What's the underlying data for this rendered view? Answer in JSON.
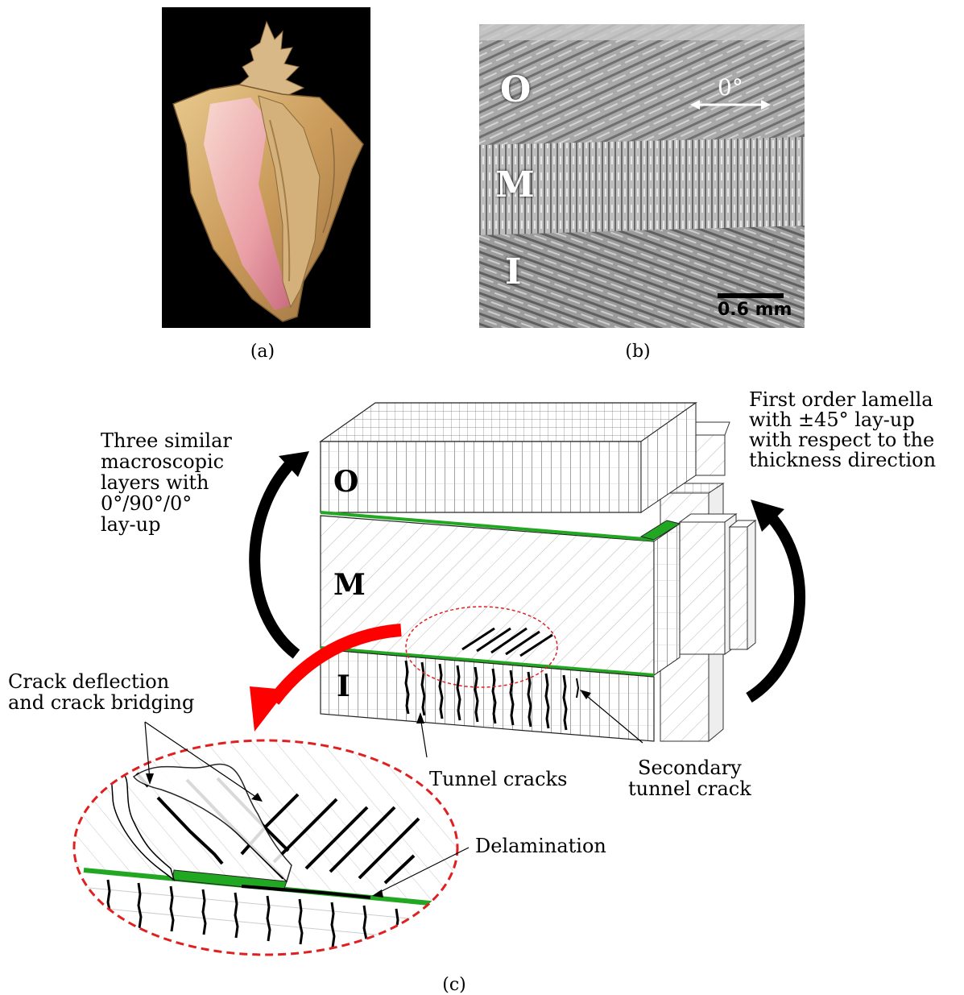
{
  "panel_a": {
    "caption": "(a)"
  },
  "panel_b": {
    "caption": "(b)",
    "layer_o": "O",
    "layer_m": "M",
    "layer_i": "I",
    "angle": "0°",
    "scale_bar": "0.6 mm"
  },
  "panel_c": {
    "caption": "(c)",
    "layer_o": "O",
    "layer_m": "M",
    "layer_i": "I",
    "left_note": [
      "Three similar",
      "macroscopic",
      "layers with",
      "0°/90°/0°",
      "lay-up"
    ],
    "right_note": [
      "First order lamella",
      "with ±45° lay-up",
      "with respect to the",
      "thickness direction"
    ],
    "crack_note": [
      "Crack deflection",
      "and crack bridging"
    ],
    "tunnel_cracks": "Tunnel cracks",
    "secondary": [
      "Secondary",
      "tunnel crack"
    ],
    "delamination": "Delamination"
  },
  "colors": {
    "interface": "#22a722",
    "arrow": "#ff0000",
    "ellipse": "#e02020"
  }
}
